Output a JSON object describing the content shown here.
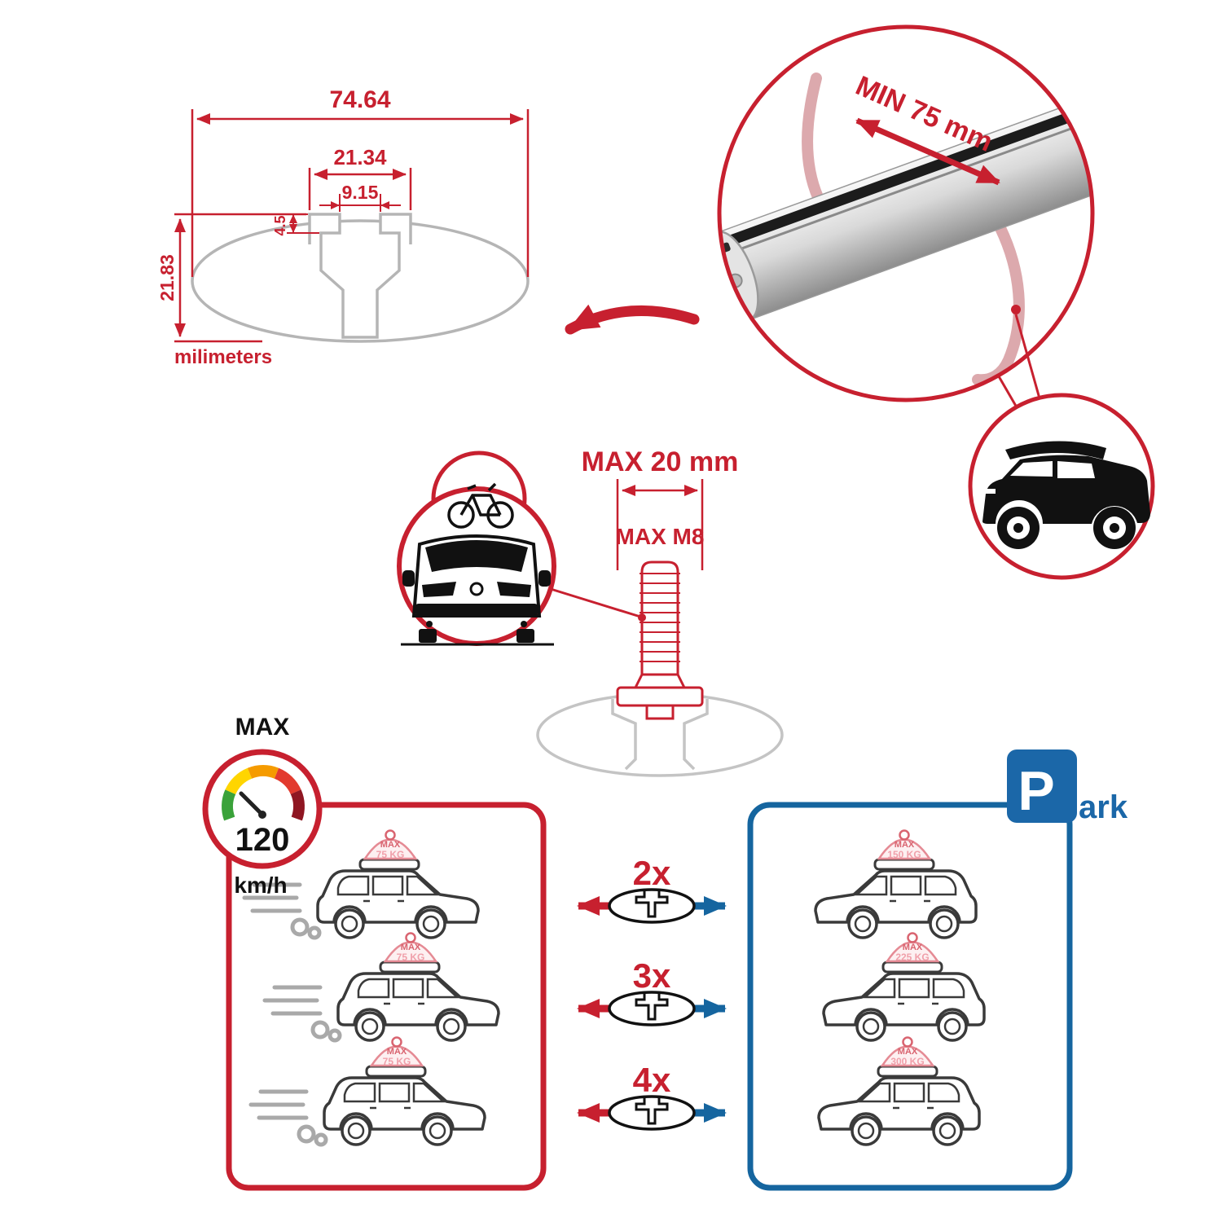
{
  "colors": {
    "red": "#c7202f",
    "blue": "#15659f",
    "pink": "#e58a94",
    "gray": "#b5b5b5",
    "black": "#111111"
  },
  "cross_section": {
    "dim_total_width": "74.64",
    "dim_channel_outer": "21.34",
    "dim_channel_opening": "9.15",
    "dim_lip_depth": "4.5",
    "dim_total_height": "21.83",
    "units_label": "milimeters"
  },
  "bar_zoom": {
    "min_span_label": "MIN 75 mm"
  },
  "bolt": {
    "max_length_label": "MAX 20 mm",
    "max_thread_label": "MAX M8"
  },
  "speed_badge": {
    "title": "MAX",
    "value": "120",
    "units": "km/h"
  },
  "parking_sign": {
    "letter": "P",
    "rest": "ark"
  },
  "driving_cars": [
    {
      "load_title": "MAX",
      "load_value": "75 KG"
    },
    {
      "load_title": "MAX",
      "load_value": "75 KG"
    },
    {
      "load_title": "MAX",
      "load_value": "75 KG"
    }
  ],
  "parked_cars": [
    {
      "load_title": "MAX",
      "load_value": "150 KG"
    },
    {
      "load_title": "MAX",
      "load_value": "225 KG"
    },
    {
      "load_title": "MAX",
      "load_value": "300 KG"
    }
  ],
  "multipliers": [
    {
      "label": "2x"
    },
    {
      "label": "3x"
    },
    {
      "label": "4x"
    }
  ]
}
